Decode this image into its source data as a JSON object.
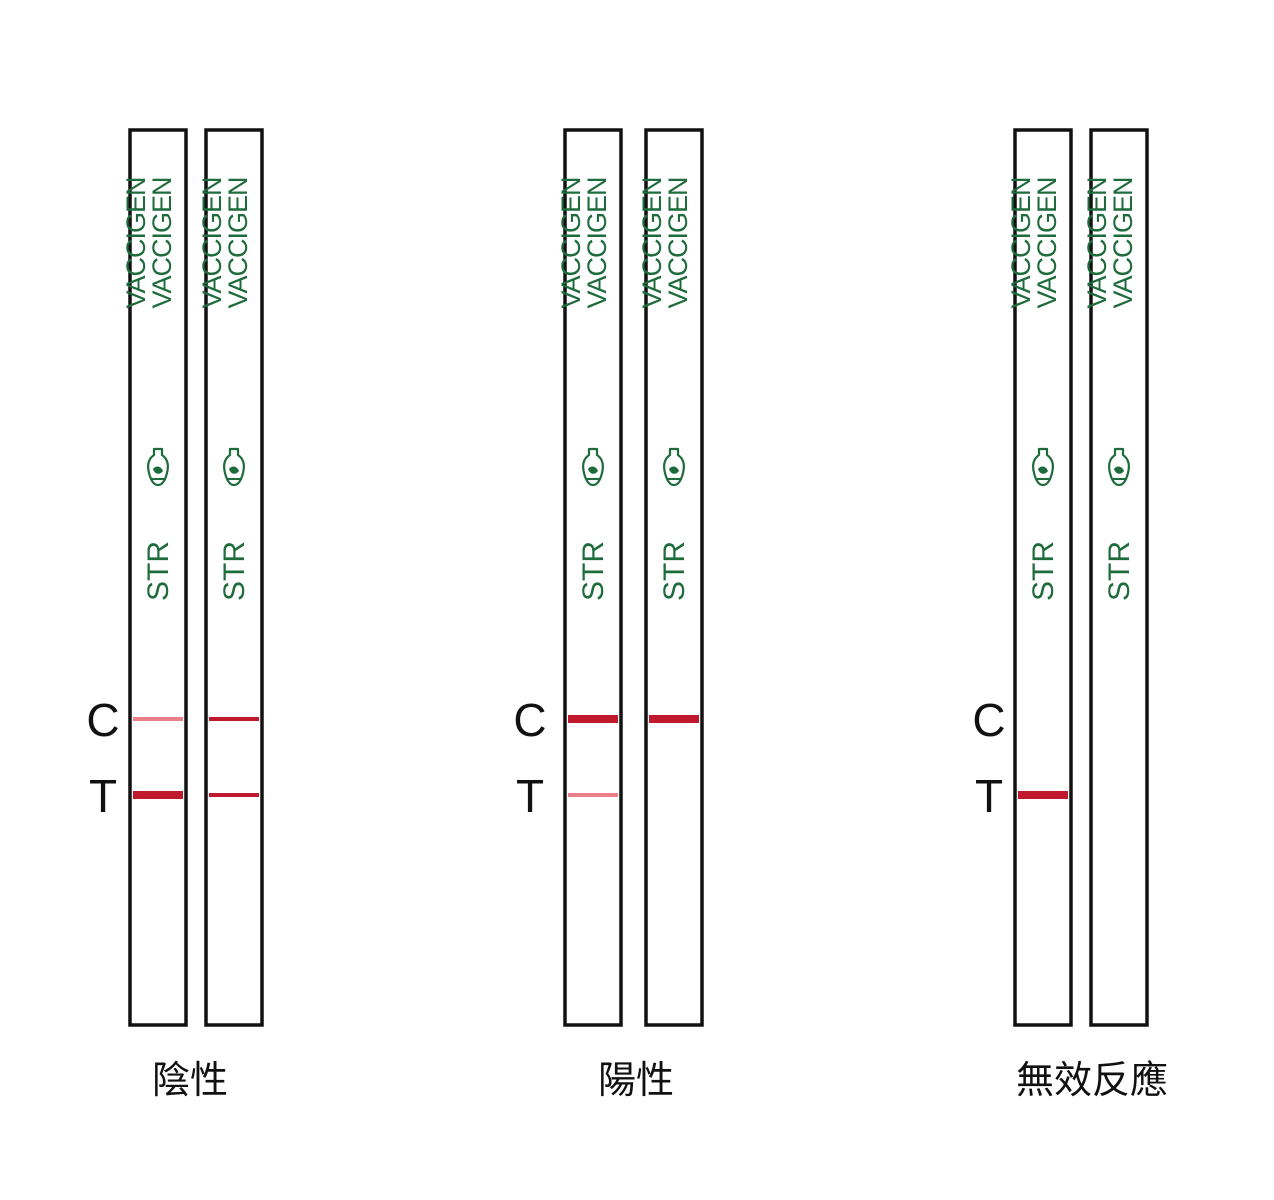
{
  "colors": {
    "strip_border": "#111111",
    "brand_green": "#1e6b3c",
    "line_strong": "#c0182c",
    "line_faint": "#ea7f8a"
  },
  "icons": [
    "bottle-logo-icon"
  ],
  "groups": [
    {
      "id": "negative",
      "caption": "陰性",
      "markers": {
        "c": "C",
        "t": "T"
      },
      "strips": [
        {
          "brand": "VACCIGEN",
          "product": "STR",
          "bands": [
            {
              "zone": "C",
              "intensity": "faint"
            },
            {
              "zone": "T",
              "intensity": "strong"
            }
          ]
        },
        {
          "brand": "VACCIGEN",
          "product": "STR",
          "bands": [
            {
              "zone": "C",
              "intensity": "medium"
            },
            {
              "zone": "T",
              "intensity": "medium"
            }
          ]
        }
      ]
    },
    {
      "id": "positive",
      "caption": "陽性",
      "markers": {
        "c": "C",
        "t": "T"
      },
      "strips": [
        {
          "brand": "VACCIGEN",
          "product": "STR",
          "bands": [
            {
              "zone": "C",
              "intensity": "strong"
            },
            {
              "zone": "T",
              "intensity": "faint"
            }
          ]
        },
        {
          "brand": "VACCIGEN",
          "product": "STR",
          "bands": [
            {
              "zone": "C",
              "intensity": "strong"
            }
          ]
        }
      ]
    },
    {
      "id": "invalid",
      "caption": "無效反應",
      "markers": {
        "c": "C",
        "t": "T"
      },
      "strips": [
        {
          "brand": "VACCIGEN",
          "product": "STR",
          "bands": [
            {
              "zone": "T",
              "intensity": "strong"
            }
          ]
        },
        {
          "brand": "VACCIGEN",
          "product": "STR",
          "bands": []
        }
      ]
    }
  ]
}
